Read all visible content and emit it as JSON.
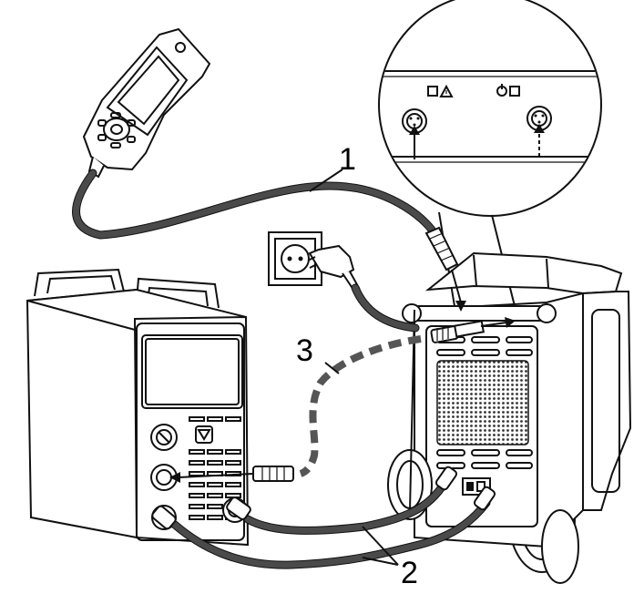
{
  "callouts": [
    {
      "id": "1",
      "text": "1"
    },
    {
      "id": "2",
      "text": "2"
    },
    {
      "id": "3",
      "text": "3"
    }
  ],
  "colors": {
    "line": "#111111",
    "cable": "#4a4a4a",
    "background": "#ffffff"
  },
  "icons": [
    "remote-control-icon",
    "wall-socket-icon",
    "power-plug-icon",
    "welding-power-source-icon",
    "cooling-unit-trolley-icon",
    "magnifier-detail-icon",
    "connector-socket-icon",
    "warning-triangle-icon"
  ]
}
